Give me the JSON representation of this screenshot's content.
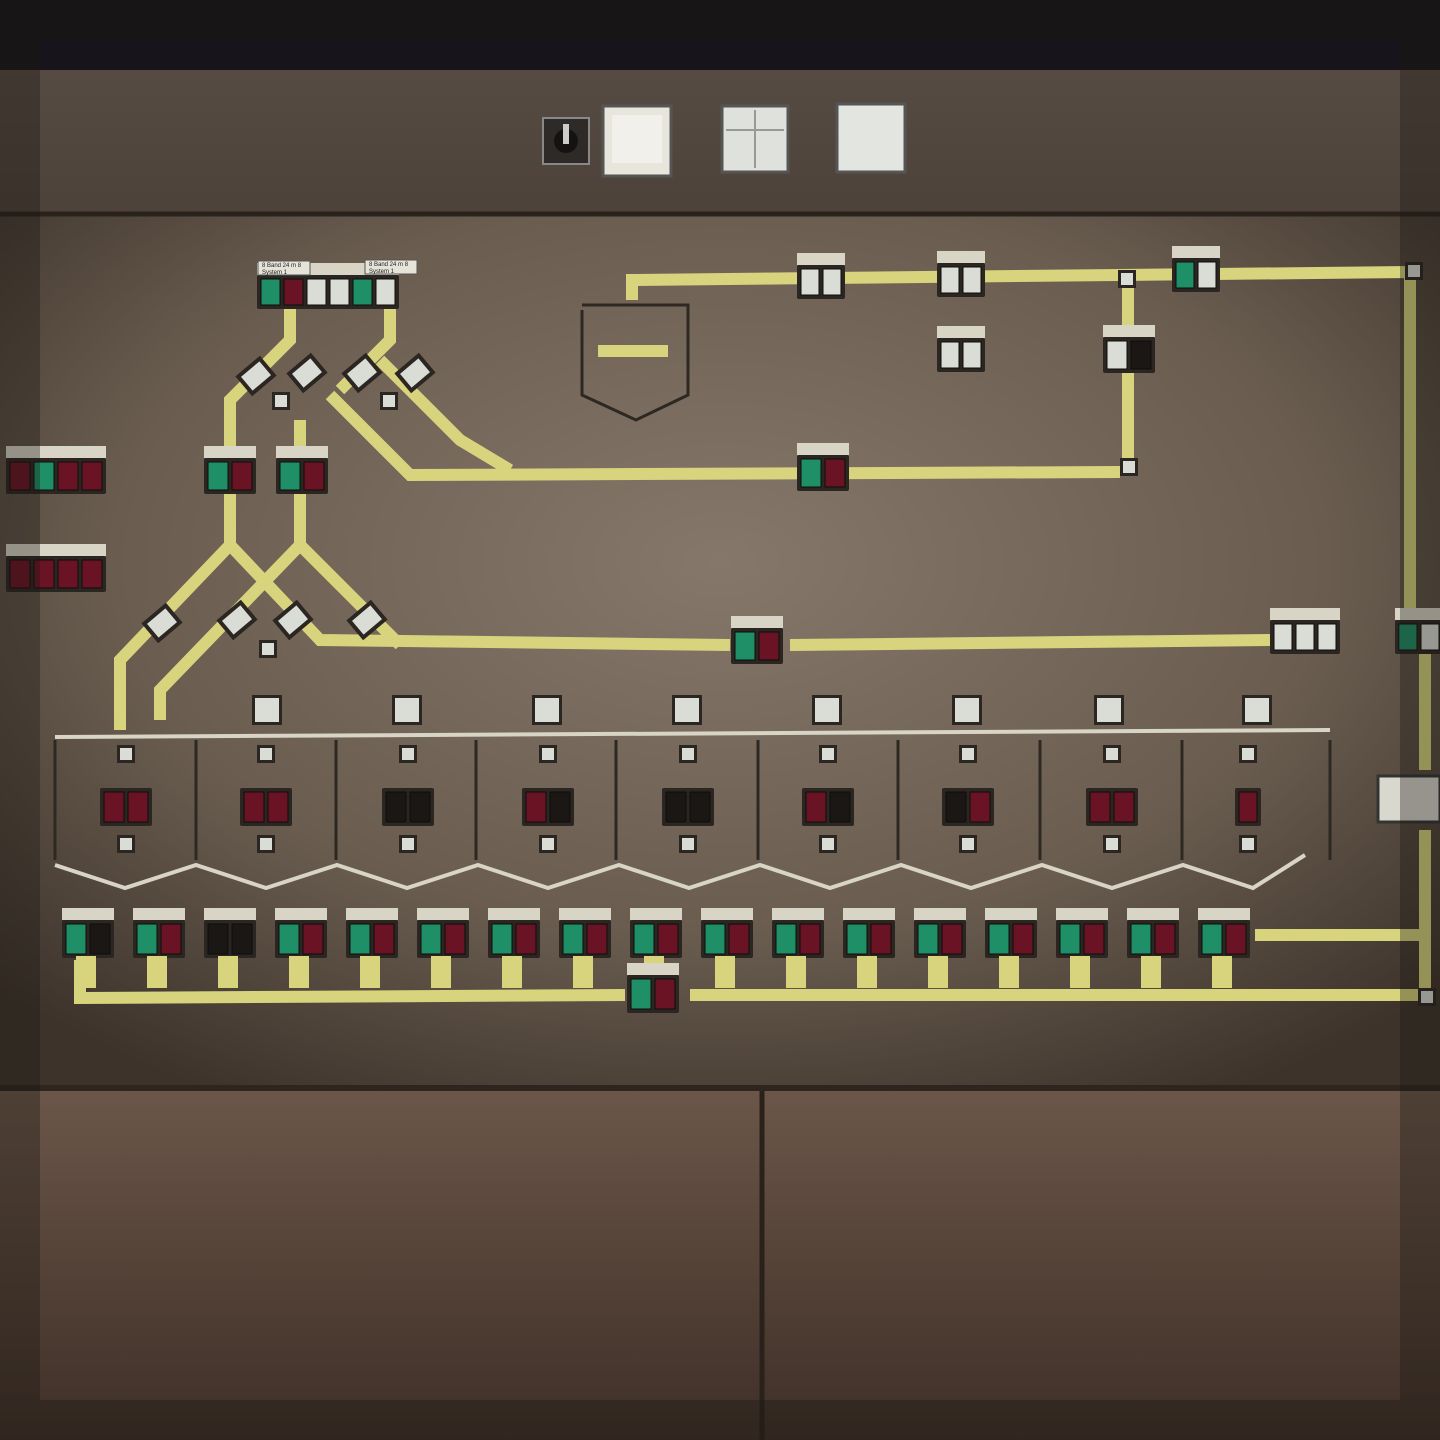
{
  "scene": {
    "subject": "industrial control panel mimic board",
    "colors": {
      "wall_top": "#17151b",
      "panel": "#6f6254",
      "panel_dark": "#3f352c",
      "lower_panel": "#5a4639",
      "mimic_line": "#d8d47e",
      "lamp_green": "#1f8f68",
      "lamp_red": "#6a1325",
      "lamp_white": "#d9ddd6",
      "lamp_dark": "#1a1714",
      "housing": "#2b2622",
      "label_plate": "#d8d4c6"
    }
  },
  "labels": {
    "line_a": "8 Band 24 m 8",
    "line_b": "System 1",
    "line_c": "8 Band 24 m 8",
    "line_d": "System 1"
  },
  "lamp_units": [
    {
      "id": "top-left-a",
      "lamps": [
        "green",
        "red",
        "white",
        "white",
        "green",
        "white"
      ]
    },
    {
      "id": "left-side-1",
      "lamps": [
        "red",
        "green",
        "red",
        "red"
      ]
    },
    {
      "id": "left-side-2",
      "lamps": [
        "red",
        "red",
        "red",
        "red"
      ]
    },
    {
      "id": "bunker-row",
      "lamps": [
        "red-red",
        "red-red",
        "dark-dark",
        "red-dark",
        "dark-dark",
        "red-dark",
        "dark-red",
        "red-red",
        "red"
      ]
    },
    {
      "id": "bottom-row",
      "lamps": [
        "green-dark",
        "green-red",
        "dark-dark",
        "green-red",
        "green-red",
        "green-red",
        "green-red",
        "green-red",
        "green-red",
        "green-red",
        "green-red",
        "green-red",
        "green-red",
        "green-red",
        "green-red",
        "green-red",
        "green-red"
      ]
    }
  ]
}
